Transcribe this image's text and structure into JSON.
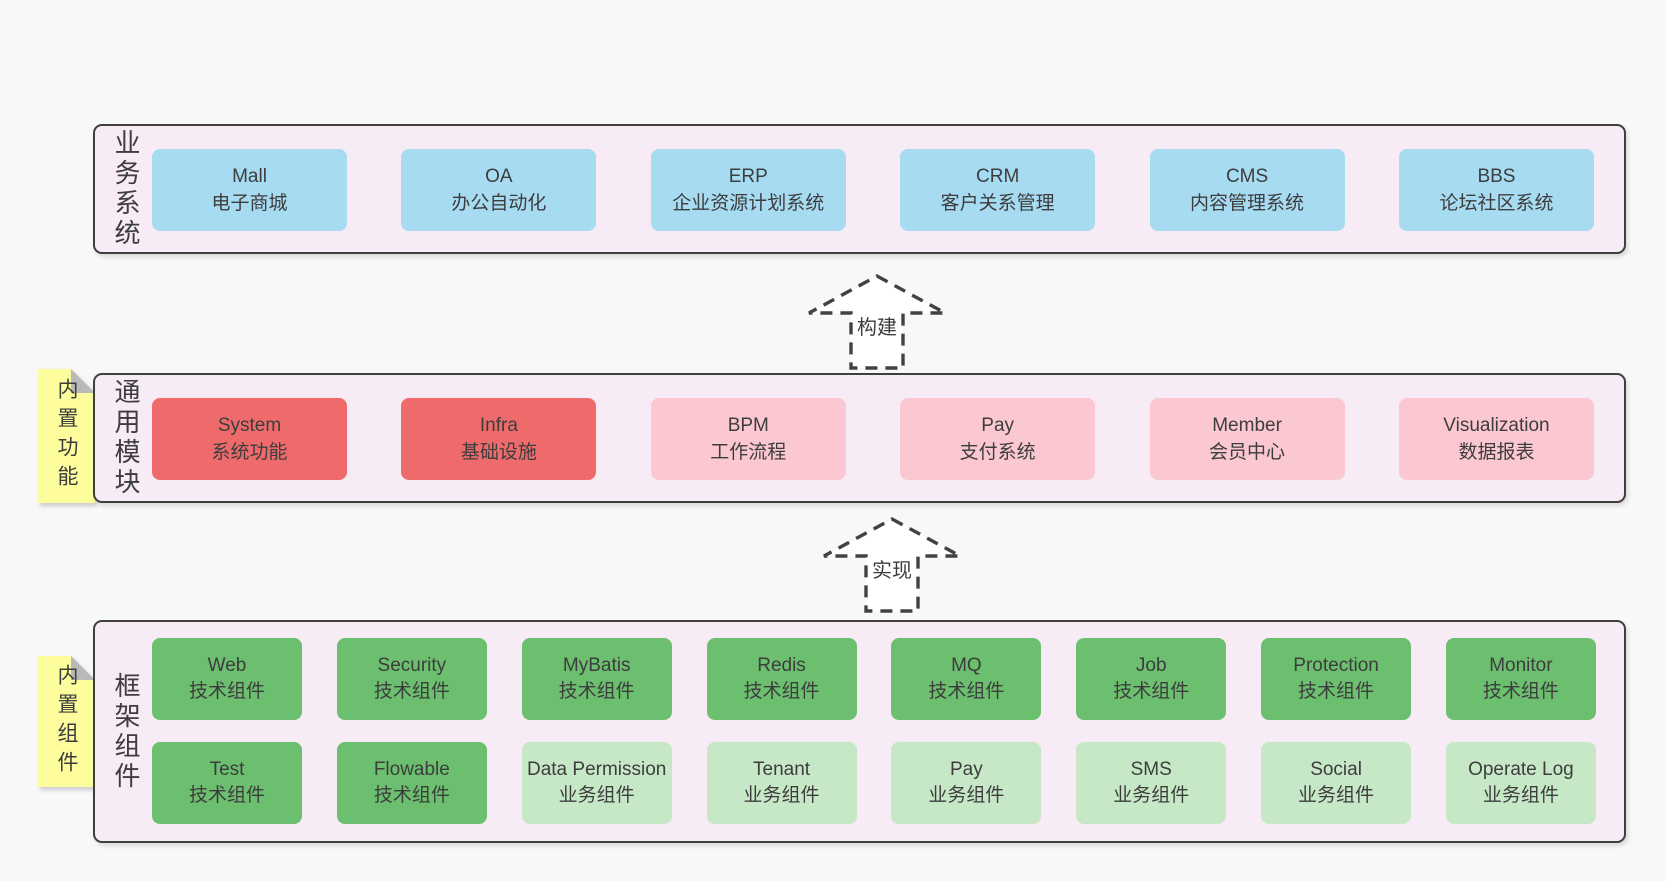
{
  "diagram": {
    "colors": {
      "background": "#f8f8f8",
      "band_fill": "#f7ebf5",
      "band_border": "#3f3f3f",
      "blue_box": "#a6dbf2",
      "red_box": "#ee6a6b",
      "pink_box": "#fbc8d1",
      "green_box": "#6bbf6e",
      "light_green_box": "#c7e8c7",
      "sticky_yellow": "#fdfd9e",
      "sticky_fold": "#b9b9b9",
      "text": "#3d3d3d"
    },
    "bands": [
      {
        "label": "业务系统",
        "boxes": [
          {
            "title": "Mall",
            "subtitle": "电子商城",
            "variant": "blue"
          },
          {
            "title": "OA",
            "subtitle": "办公自动化",
            "variant": "blue"
          },
          {
            "title": "ERP",
            "subtitle": "企业资源计划系统",
            "variant": "blue"
          },
          {
            "title": "CRM",
            "subtitle": "客户关系管理",
            "variant": "blue"
          },
          {
            "title": "CMS",
            "subtitle": "内容管理系统",
            "variant": "blue"
          },
          {
            "title": "BBS",
            "subtitle": "论坛社区系统",
            "variant": "blue"
          }
        ]
      },
      {
        "label": "通用模块",
        "sticky": "内置功能",
        "boxes": [
          {
            "title": "System",
            "subtitle": "系统功能",
            "variant": "red"
          },
          {
            "title": "Infra",
            "subtitle": "基础设施",
            "variant": "red"
          },
          {
            "title": "BPM",
            "subtitle": "工作流程",
            "variant": "pink"
          },
          {
            "title": "Pay",
            "subtitle": "支付系统",
            "variant": "pink"
          },
          {
            "title": "Member",
            "subtitle": "会员中心",
            "variant": "pink"
          },
          {
            "title": "Visualization",
            "subtitle": "数据报表",
            "variant": "pink"
          }
        ]
      },
      {
        "label": "框架组件",
        "sticky": "内置组件",
        "rows": [
          [
            {
              "title": "Web",
              "subtitle": "技术组件",
              "variant": "green"
            },
            {
              "title": "Security",
              "subtitle": "技术组件",
              "variant": "green"
            },
            {
              "title": "MyBatis",
              "subtitle": "技术组件",
              "variant": "green"
            },
            {
              "title": "Redis",
              "subtitle": "技术组件",
              "variant": "green"
            },
            {
              "title": "MQ",
              "subtitle": "技术组件",
              "variant": "green"
            },
            {
              "title": "Job",
              "subtitle": "技术组件",
              "variant": "green"
            },
            {
              "title": "Protection",
              "subtitle": "技术组件",
              "variant": "green"
            },
            {
              "title": "Monitor",
              "subtitle": "技术组件",
              "variant": "green"
            }
          ],
          [
            {
              "title": "Test",
              "subtitle": "技术组件",
              "variant": "green"
            },
            {
              "title": "Flowable",
              "subtitle": "技术组件",
              "variant": "green"
            },
            {
              "title": "Data Permission",
              "subtitle": "业务组件",
              "variant": "green-light"
            },
            {
              "title": "Tenant",
              "subtitle": "业务组件",
              "variant": "green-light"
            },
            {
              "title": "Pay",
              "subtitle": "业务组件",
              "variant": "green-light"
            },
            {
              "title": "SMS",
              "subtitle": "业务组件",
              "variant": "green-light"
            },
            {
              "title": "Social",
              "subtitle": "业务组件",
              "variant": "green-light"
            },
            {
              "title": "Operate Log",
              "subtitle": "业务组件",
              "variant": "green-light"
            }
          ]
        ]
      }
    ],
    "arrows": [
      {
        "label": "构建"
      },
      {
        "label": "实现"
      }
    ]
  }
}
